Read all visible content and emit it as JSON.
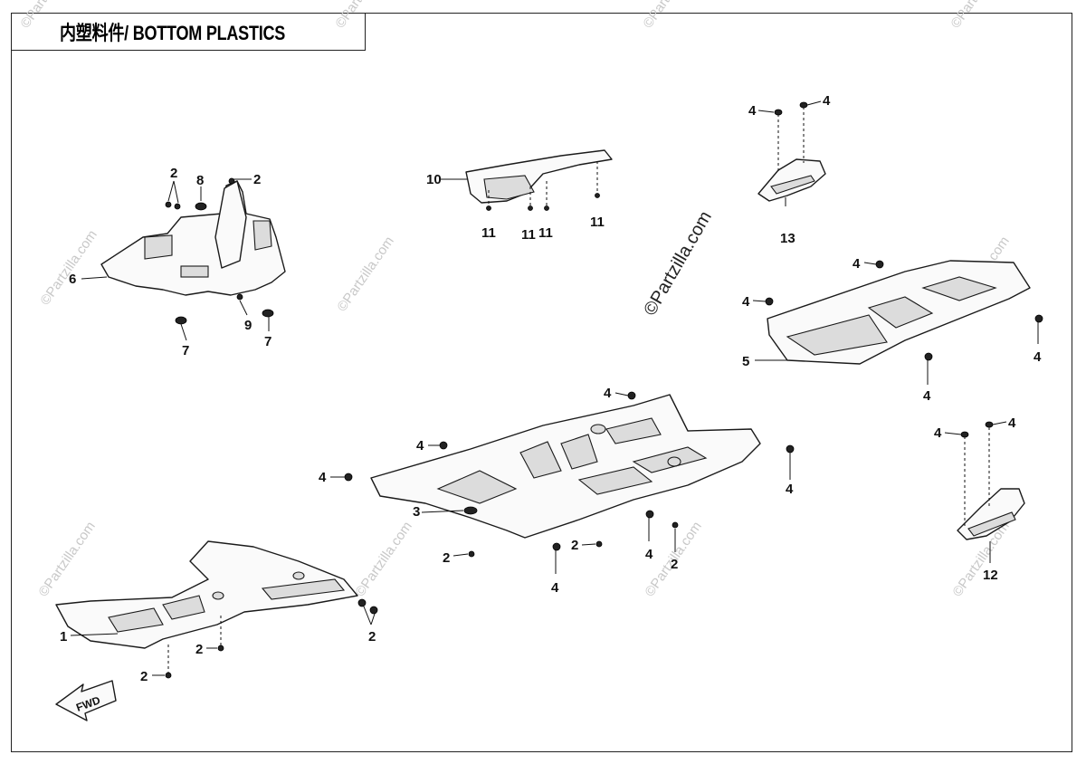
{
  "title": "内塑料件/ BOTTOM PLASTICS",
  "watermark": "©Partzilla.com",
  "fwd_label": "FWD",
  "callouts": {
    "c1": "1",
    "c2": "2",
    "c3": "3",
    "c4": "4",
    "c5": "5",
    "c6": "6",
    "c7": "7",
    "c8": "8",
    "c9": "9",
    "c10": "10",
    "c11": "11",
    "c12": "12",
    "c13": "13"
  }
}
